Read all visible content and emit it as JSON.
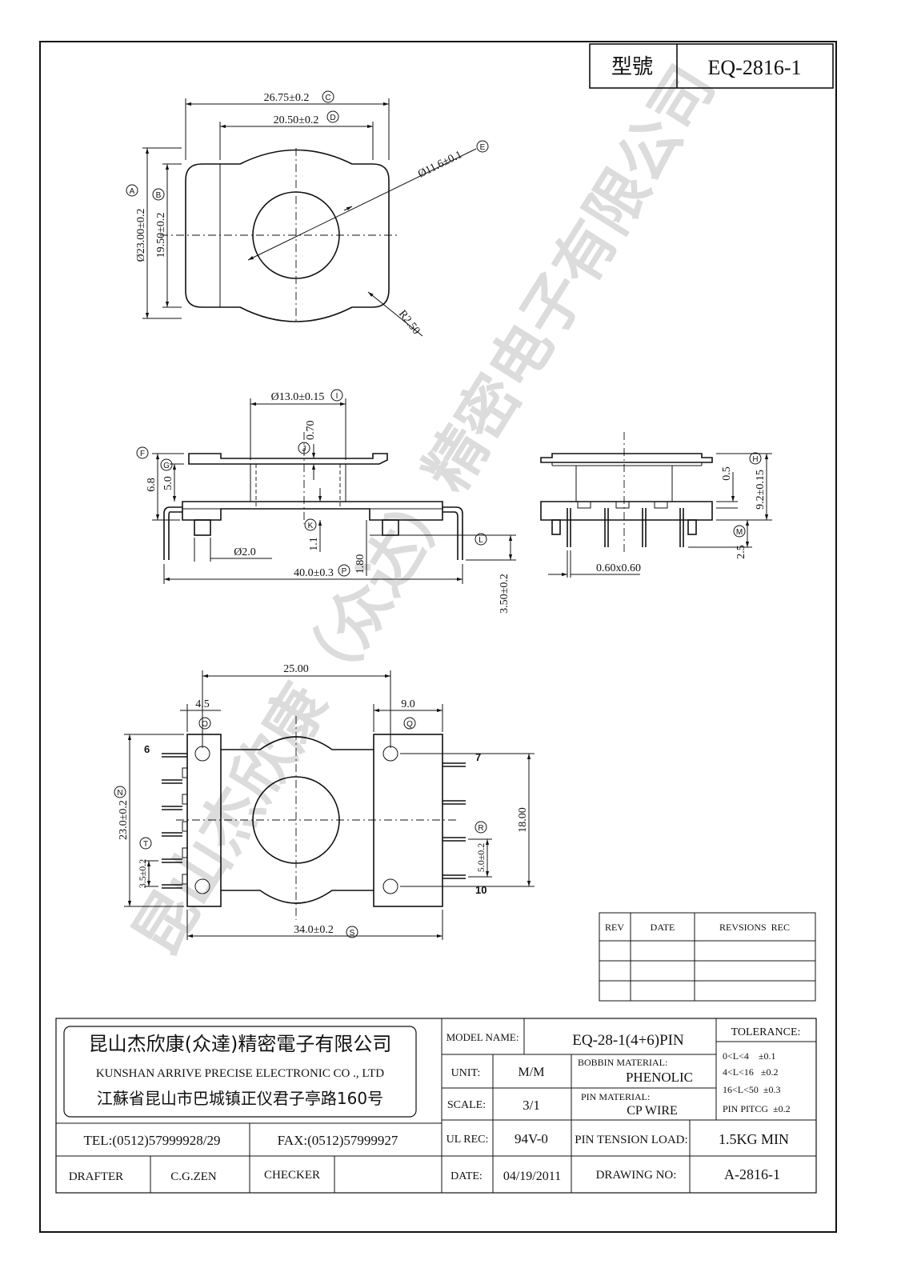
{
  "title_block": {
    "model_label": "型號",
    "model_value": "EQ-2816-1"
  },
  "watermark": "昆山杰欣康（众达）精密电子有限公司",
  "top_view": {
    "dim_c": "26.75±0.2",
    "tag_c": "C",
    "dim_d": "20.50±0.2",
    "tag_d": "D",
    "dim_e": "Ø11.6±0.1",
    "tag_e": "E",
    "dim_a": "Ø23.00±0.2",
    "tag_a": "A",
    "dim_b": "19.50±0.2",
    "tag_b": "B",
    "radius": "R2.50"
  },
  "side_view": {
    "dim_i": "Ø13.0±0.15",
    "tag_i": "I",
    "dim_j": "0.70",
    "tag_j": "J",
    "tag_f": "F",
    "tag_g": "G",
    "dim_f": "6.8",
    "dim_g": "5.0",
    "tag_k": "K",
    "dim_k": "1.1",
    "dim_pin": "Ø2.0",
    "dim_p": "40.0±0.3",
    "tag_p": "P",
    "dim_p2": "1.80",
    "tag_l": "L",
    "dim_l": "3.50±0.2"
  },
  "end_view": {
    "tag_h": "H",
    "dim_05": "0.5",
    "dim_h": "9.2±0.15",
    "tag_m": "M",
    "dim_m": "2.5",
    "dim_pin": "0.60x0.60"
  },
  "bottom_view": {
    "dim_25": "25.00",
    "dim_45": "4.5",
    "tag_o": "O",
    "dim_9": "9.0",
    "tag_q": "Q",
    "pin_6": "6",
    "pin_7": "7",
    "pin_10": "10",
    "dim_n": "23.0±0.2",
    "tag_n": "N",
    "tag_t": "T",
    "dim_t": "3.5±0.2",
    "tag_r": "R",
    "dim_r": "5.0±0.2",
    "dim_18": "18.00",
    "dim_s": "34.0±0.2",
    "tag_s": "S"
  },
  "revisions": {
    "headers": [
      "REV",
      "DATE",
      "REVSIONS  REC"
    ]
  },
  "company": {
    "name_cn": "昆山杰欣康(众達)精密電子有限公司",
    "name_en": "KUNSHAN ARRIVE PRECISE ELECTRONIC CO ., LTD",
    "address": "江蘇省昆山市巴城镇正仪君子亭路160号",
    "tel": "TEL:(0512)57999928/29",
    "fax": "FAX:(0512)57999927",
    "drafter_label": "DRAFTER",
    "drafter_value": "C.G.ZEN",
    "checker_label": "CHECKER",
    "checker_value": ""
  },
  "spec": {
    "model_name_label": "MODEL NAME:",
    "model_name_value": "EQ-28-1(4+6)PIN",
    "unit_label": "UNIT:",
    "unit_value": "M/M",
    "scale_label": "SCALE:",
    "scale_value": "3/1",
    "ul_label": "UL REC:",
    "ul_value": "94V-0",
    "date_label": "DATE:",
    "date_value": "04/19/2011",
    "bobbin_label": "BOBBIN MATERIAL:",
    "bobbin_value": "PHENOLIC",
    "pin_material_label": "PIN MATERIAL:",
    "pin_material_value": "CP WIRE",
    "tension_label": "PIN TENSION LOAD:",
    "tension_value": "1.5KG MIN",
    "drawing_no_label": "DRAWING NO:",
    "drawing_no_value": "A-2816-1",
    "tolerance_label": "TOLERANCE:",
    "tol_1": "0<L<4    ±0.1",
    "tol_2": "4<L<16   ±0.2",
    "tol_3": "16<L<50  ±0.3",
    "tol_4": "PIN PITCG  ±0.2"
  }
}
